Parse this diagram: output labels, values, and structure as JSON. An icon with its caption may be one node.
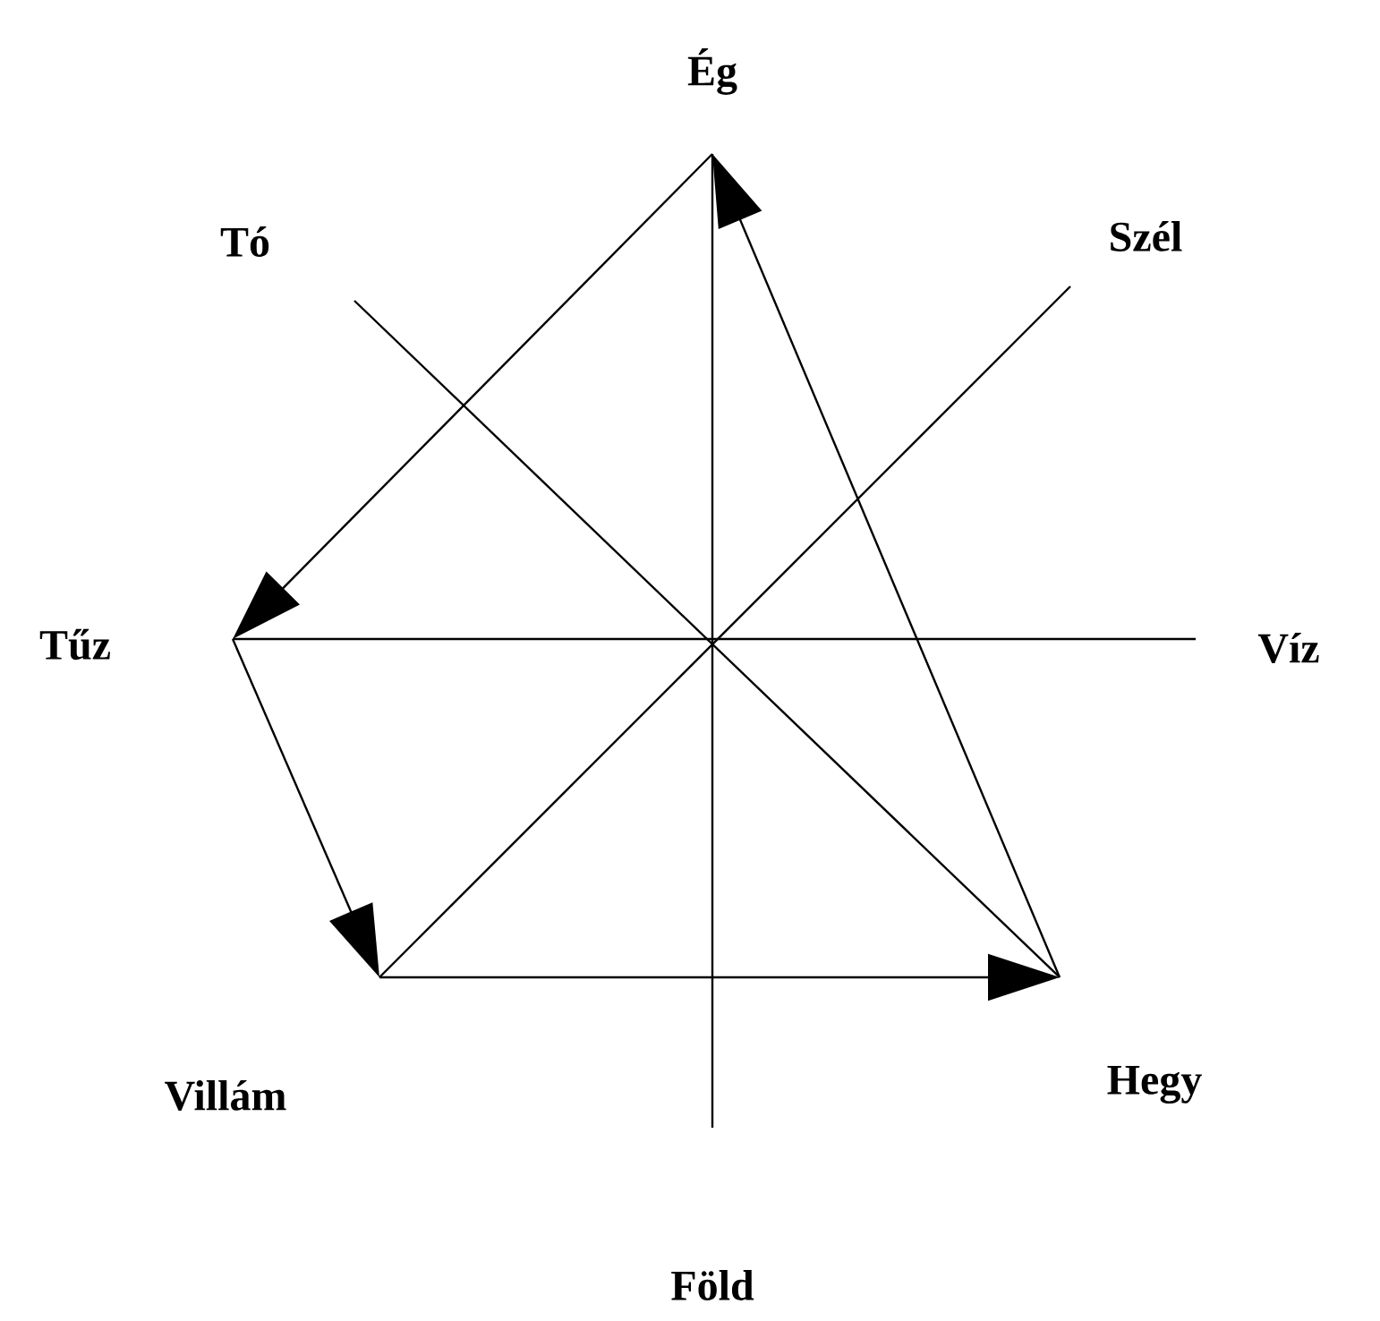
{
  "diagram": {
    "nodes": [
      {
        "text": [
          "Ég"
        ]
      },
      {
        "text": [
          "Tó"
        ]
      },
      {
        "text": [
          "Szél"
        ]
      },
      {
        "text": [
          "Tűz"
        ]
      },
      {
        "text": [
          "Víz"
        ]
      },
      {
        "text": [
          "Villám"
        ]
      },
      {
        "text": [
          "Hegy"
        ]
      },
      {
        "text": [
          "Föld"
        ]
      }
    ],
    "edges": [
      {
        "from": 0,
        "to": 7,
        "arrow": "none"
      },
      {
        "from": 3,
        "to": 4,
        "arrow": "none"
      },
      {
        "from": 1,
        "to": 6,
        "arrow": "none"
      },
      {
        "from": 2,
        "to": 5,
        "arrow": "none"
      },
      {
        "from": 0,
        "to": 3,
        "arrow": "to"
      },
      {
        "from": 3,
        "to": 5,
        "arrow": "to"
      },
      {
        "from": 5,
        "to": 6,
        "arrow": "to"
      },
      {
        "from": 6,
        "to": 0,
        "arrow": "to"
      }
    ]
  }
}
